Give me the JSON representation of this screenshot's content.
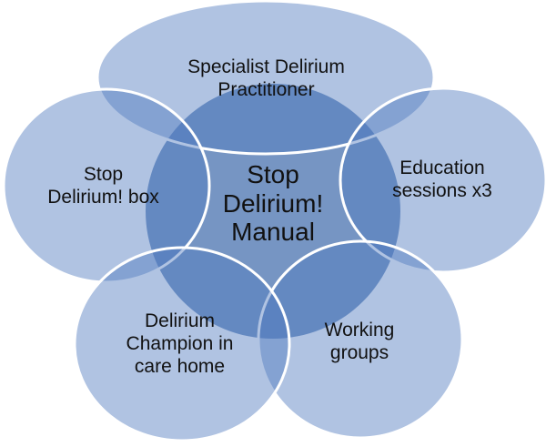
{
  "diagram": {
    "center": {
      "lines": [
        "Stop",
        "Delirium!",
        "Manual"
      ]
    },
    "nodes": [
      {
        "id": "specialist",
        "lines": [
          "Specialist Delirium",
          "Practitioner"
        ]
      },
      {
        "id": "education",
        "lines": [
          "Education",
          "sessions x3"
        ]
      },
      {
        "id": "box",
        "lines": [
          "Stop",
          "Delirium! box"
        ]
      },
      {
        "id": "working",
        "lines": [
          "Working",
          "groups"
        ]
      },
      {
        "id": "champion",
        "lines": [
          "Delirium",
          "Champion in",
          "care home"
        ]
      }
    ]
  },
  "colors": {
    "center_fill": "#6f8fc0",
    "outer_fill": "#4f7bbf",
    "outline": "#ffffff",
    "text": "#111111"
  }
}
